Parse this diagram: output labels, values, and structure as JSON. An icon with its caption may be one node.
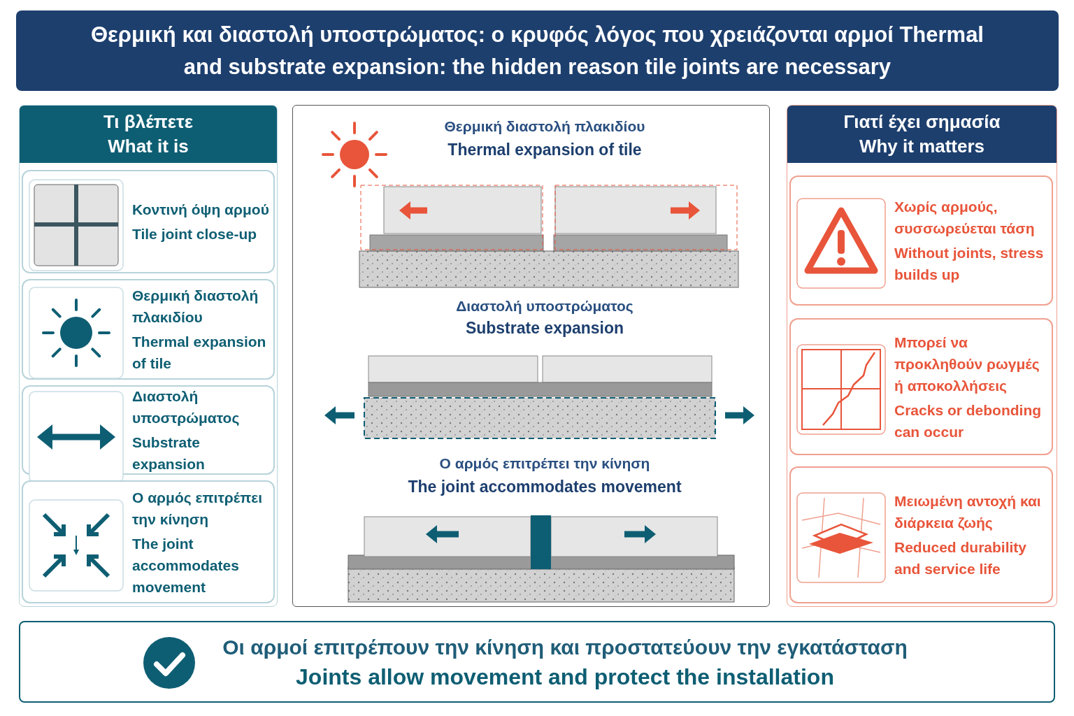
{
  "diagram": {
    "title": "Θερμική και διαστολή υποστρώματος: ο κρυφός λόγος που χρειάζονται αρμοί Thermal and substrate expansion: the hidden reason tile joints are necessary",
    "nodes": [
      {
        "text": [
          "Τι βλέπετε",
          "What it is"
        ]
      },
      {
        "text": [
          "Κοντινή όψη αρμού",
          "Tile joint close-up"
        ],
        "in": 0
      },
      {
        "text": [
          "Θερμική διαστολή πλακιδίου",
          "Thermal expansion of tile"
        ],
        "in": 0
      },
      {
        "text": [
          "Διαστολή υποστρώματος",
          "Substrate expansion"
        ],
        "in": 0
      },
      {
        "text": [
          "Ο αρμός επιτρέπει την κίνηση",
          "The joint accommodates movement"
        ],
        "in": 0
      },
      {
        "text": [
          "Θερμική διαστολή πλακιδίου",
          "Thermal expansion of tile",
          "Διαστολή υποστρώματος",
          "Substrate expansion",
          "Ο αρμός επιτρέπει την κίνηση",
          "The joint accommodates movement"
        ]
      },
      {
        "text": [
          "Γιατί έχει σημασία",
          "Why it matters"
        ]
      },
      {
        "text": [
          "Χωρίς αρμούς, συσσωρεύεται τάση",
          "Without joints, stress builds up"
        ],
        "in": 6
      },
      {
        "text": [
          "Μπορεί να προκληθούν ρωγμές ή αποκολλήσεις",
          "Cracks or debonding can occur"
        ],
        "in": 6
      },
      {
        "text": [
          "Μειωμένη αντοχή και διάρκεια ζωής",
          "Reduced durability and service life"
        ],
        "in": 6
      },
      {
        "text": [
          "Οι αρμοί επιτρέπουν την κίνηση και προστατεύουν την εγκατάσταση",
          "Joints allow movement and protect the installation"
        ]
      }
    ],
    "edges": []
  }
}
